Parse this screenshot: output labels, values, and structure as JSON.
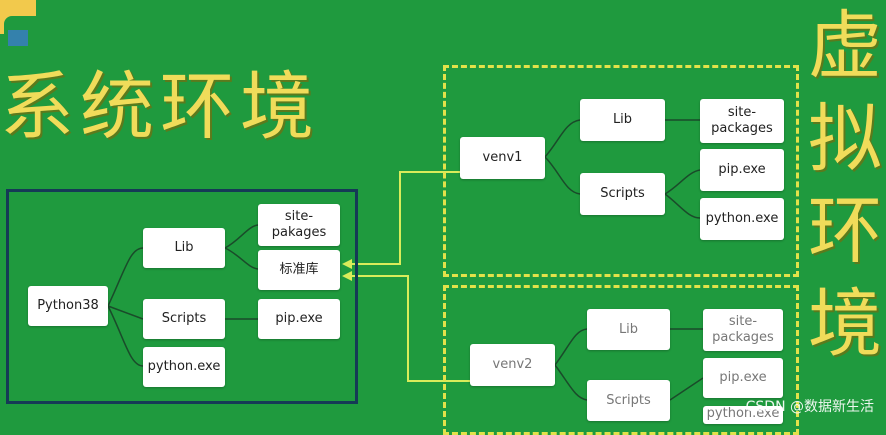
{
  "titles": {
    "system_env": "系统环境",
    "virtual_env": "虚拟环境"
  },
  "system_tree": {
    "root": "Python38",
    "lib": "Lib",
    "scripts": "Scripts",
    "python_exe": "python.exe",
    "site_packages": "site-pakages",
    "stdlib": "标准库",
    "pip_exe": "pip.exe"
  },
  "venv1": {
    "root": "venv1",
    "lib": "Lib",
    "scripts": "Scripts",
    "site_packages": "site-\npackages",
    "pip_exe": "pip.exe",
    "python_exe": "python.exe"
  },
  "venv2": {
    "root": "venv2",
    "lib": "Lib",
    "scripts": "Scripts",
    "site_packages": "site-\npackages",
    "pip_exe": "pip.exe",
    "python_exe": "python.exe"
  },
  "watermark": "CSDN @数据新生活",
  "colors": {
    "background": "#1f9a3e",
    "title": "#f0dc5a",
    "system_box_border": "#153a56",
    "venv_box_border": "#e2e24a",
    "arrow": "#d9ec5a"
  }
}
